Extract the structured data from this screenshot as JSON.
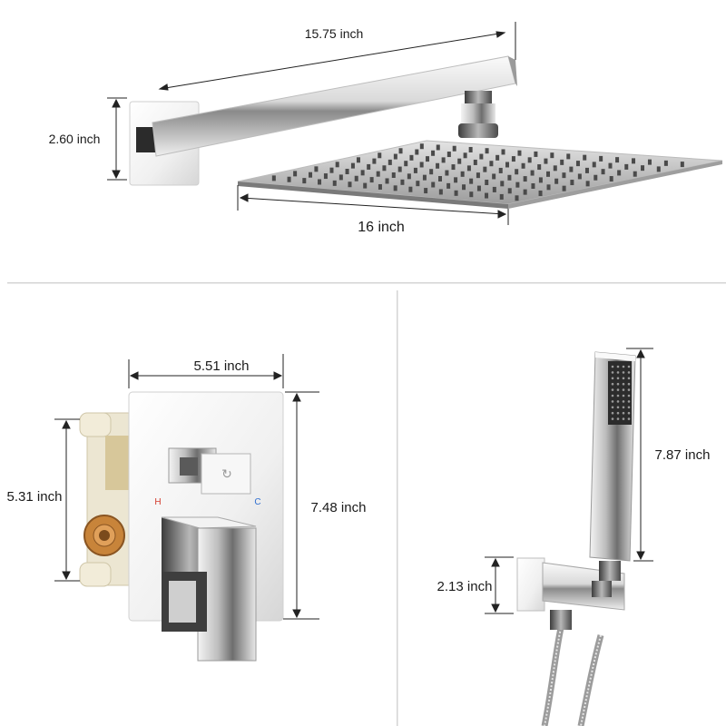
{
  "dimensions": {
    "arm_length": "15.75 inch",
    "wall_flange_height": "2.60 inch",
    "shower_head_width": "16 inch",
    "valve_plate_width": "5.51 inch",
    "valve_body_height": "5.31 inch",
    "valve_plate_height": "7.48 inch",
    "hand_shower_length": "7.87 inch",
    "holder_height": "2.13 inch"
  },
  "valve_marks": {
    "hot": "H",
    "cold": "C"
  },
  "colors": {
    "background": "#ffffff",
    "chrome_light": "#f4f4f4",
    "chrome_dark": "#5a5a5a",
    "dimension_line": "#222222",
    "hot_mark": "#d33a2c",
    "cold_mark": "#2f6fd1",
    "brass": "#c8843a",
    "plastic_housing": "#ece6d2"
  }
}
